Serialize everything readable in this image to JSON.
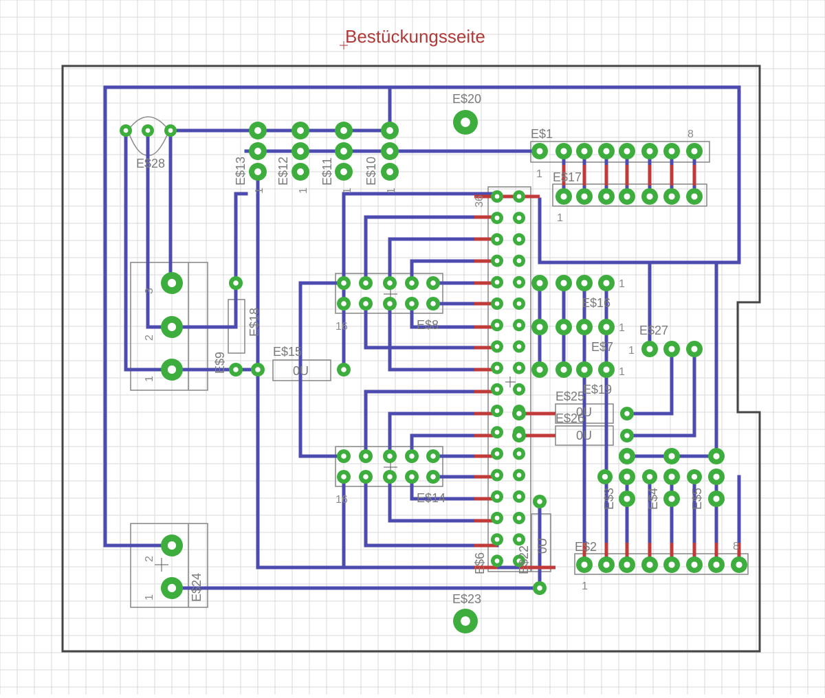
{
  "title": "Bestückungsseite",
  "colors": {
    "background": "#ffffff",
    "grid": "#d9d9d9",
    "bottom_trace": "#4b4bb0",
    "top_trace": "#c03a3a",
    "pad": "#3dad3d",
    "silkscreen": "#8c8c8c",
    "outline": "#444444",
    "title": "#b03a3a"
  },
  "labels": {
    "e20": "E$20",
    "e1": "E$1",
    "e28": "E$28",
    "e17": "E$17",
    "e16": "E$16",
    "e27": "E$27",
    "e7": "E$7",
    "e19": "E$19",
    "e25": "E$25",
    "e26": "E$26",
    "e15": "E$15",
    "e18": "E$18",
    "e9": "E$9",
    "e8": "E$8",
    "e14": "E$14",
    "e2": "E$2",
    "e24": "E$24",
    "e23": "E$23",
    "e12": "E$12",
    "e11": "E$11",
    "e10": "E$10",
    "e13": "E$13",
    "e6": "E$6",
    "e22": "E$22",
    "e3": "E$3",
    "e4": "E$4",
    "e5": "E$5",
    "val_0u_1": "0U",
    "val_0u_2": "0U",
    "val_0u_3": "0U",
    "val_0u_4": "0U"
  },
  "pin_numbers": {
    "p1": "1",
    "p2": "2",
    "p3": "3",
    "p8a": "8",
    "p8b": "8",
    "p16a": "16",
    "p16b": "16",
    "p36": "36"
  }
}
